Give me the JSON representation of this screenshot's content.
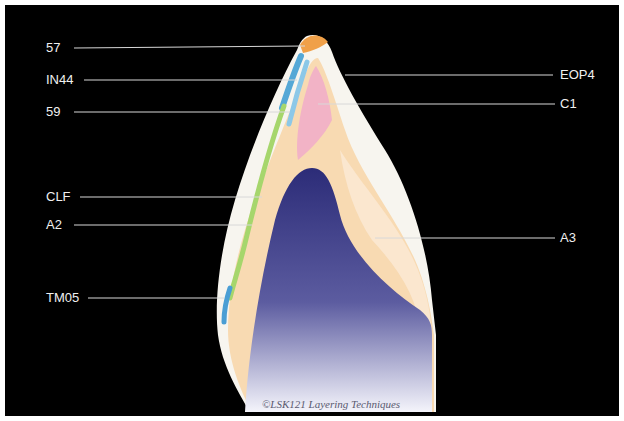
{
  "diagram": {
    "labels": [
      "57",
      "IN44",
      "59",
      "CLF",
      "A2",
      "TM05",
      "EOP4",
      "C1",
      "A3",
      "©LSK121 Layering Techniques"
    ]
  }
}
